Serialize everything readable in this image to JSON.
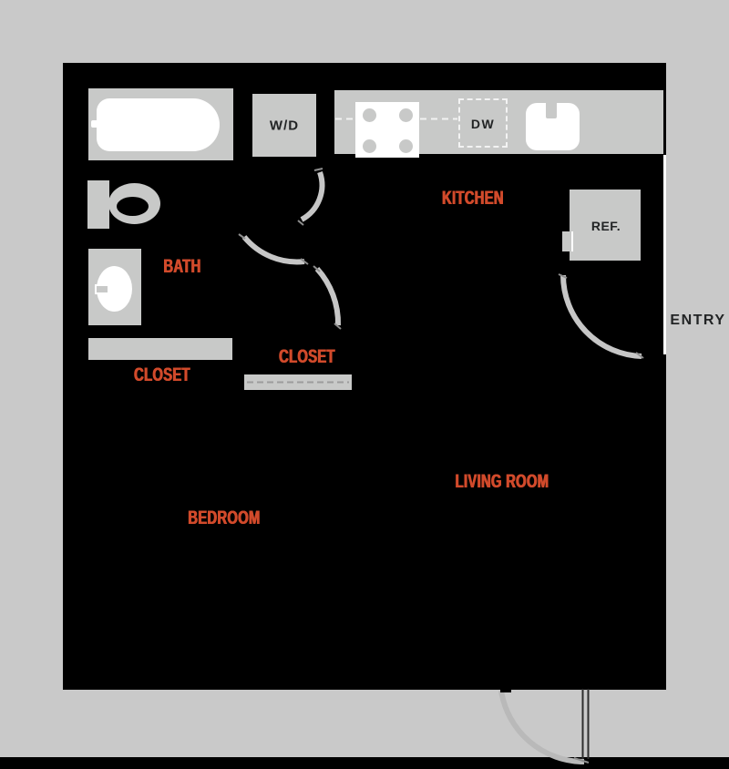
{
  "colors": {
    "background": "#c9c9c9",
    "plan_fill": "#000000",
    "fixture_gray": "#c8c9c8",
    "accent_red": "#d14a2b",
    "dark_text": "#222425",
    "door_arc": "#c6c6c6"
  },
  "rooms": {
    "bath": "BATH",
    "kitchen": "KITCHEN",
    "closet_bath": "CLOSET",
    "closet_hall": "CLOSET",
    "bedroom": "BEDROOM",
    "living_room": "LIVING ROOM"
  },
  "entry": {
    "label": "ENTRY"
  },
  "appliances": {
    "washer_dryer": "W/D",
    "dishwasher": "DW",
    "refrigerator": "REF."
  }
}
